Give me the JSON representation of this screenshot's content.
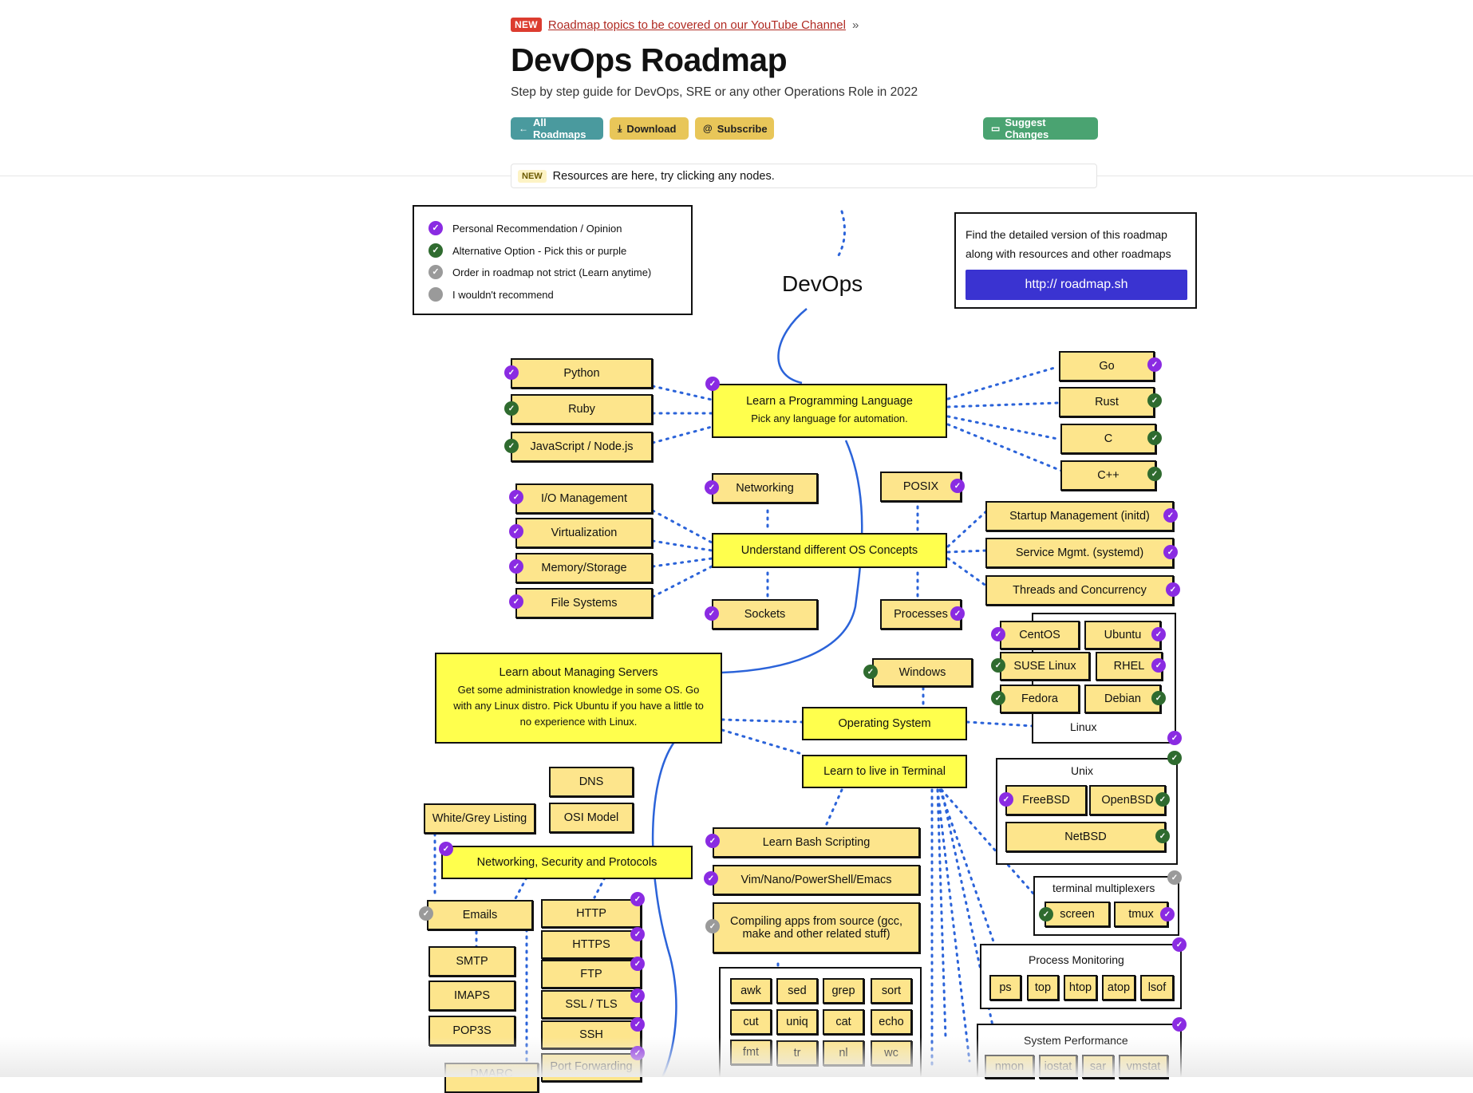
{
  "announcement": {
    "badge": "NEW",
    "link_text": "Roadmap topics to be covered on our YouTube Channel",
    "arrow": "»"
  },
  "header": {
    "title": "DevOps Roadmap",
    "subtitle": "Step by step guide for DevOps, SRE or any other Operations Role in 2022",
    "buttons": {
      "all_roadmaps": "All Roadmaps",
      "download": "Download",
      "subscribe": "Subscribe",
      "suggest": "Suggest Changes"
    }
  },
  "notice": {
    "badge": "NEW",
    "text": "Resources are here, try clicking any nodes."
  },
  "legend": [
    {
      "text": "Personal Recommendation / Opinion",
      "type": "purple"
    },
    {
      "text": "Alternative Option - Pick this or purple",
      "type": "green"
    },
    {
      "text": "Order in roadmap not strict (Learn anytime)",
      "type": "gray"
    },
    {
      "text": "I wouldn't recommend",
      "type": "grey-dot"
    }
  ],
  "promo": {
    "line1": "Find the detailed version of this roadmap",
    "line2": "along with resources and other roadmaps",
    "button": "http:// roadmap.sh"
  },
  "roadmap": {
    "root": "DevOps",
    "topics": {
      "programming": {
        "title": "Learn a Programming Language",
        "sub": "Pick any language for automation."
      },
      "os_concepts": {
        "title": "Understand different OS Concepts"
      },
      "servers": {
        "title": "Learn about Managing Servers",
        "sub": "Get some administration knowledge in some OS. Go with any Linux distro. Pick Ubuntu if you have a little to no experience with Linux."
      },
      "operating_system": {
        "title": "Operating System"
      },
      "terminal": {
        "title": "Learn to live in Terminal"
      },
      "networking": {
        "title": "Networking, Security and Protocols"
      }
    },
    "languages_left": [
      "Python",
      "Ruby",
      "JavaScript / Node.js"
    ],
    "languages_right": [
      "Go",
      "Rust",
      "C",
      "C++"
    ],
    "os_left": [
      "I/O Management",
      "Virtualization",
      "Memory/Storage",
      "File Systems"
    ],
    "os_top": [
      "Networking",
      "POSIX"
    ],
    "os_bottom": [
      "Sockets",
      "Processes"
    ],
    "os_right": [
      "Startup Management (initd)",
      "Service Mgmt. (systemd)",
      "Threads and Concurrency"
    ],
    "linux": {
      "label": "Linux",
      "distros": [
        "CentOS",
        "Ubuntu",
        "SUSE Linux",
        "RHEL",
        "Fedora",
        "Debian"
      ]
    },
    "windows": "Windows",
    "unix": {
      "label": "Unix",
      "items": [
        "FreeBSD",
        "OpenBSD",
        "NetBSD"
      ]
    },
    "terminal_items": [
      "Learn Bash Scripting",
      "Vim/Nano/PowerShell/Emacs",
      "Compiling apps from source (gcc, make and other related stuff)"
    ],
    "text_tools": [
      "awk",
      "sed",
      "grep",
      "sort",
      "cut",
      "uniq",
      "cat",
      "echo",
      "fmt",
      "tr",
      "nl",
      "wc"
    ],
    "multiplexers": {
      "label": "terminal multiplexers",
      "items": [
        "screen",
        "tmux"
      ]
    },
    "process_monitoring": {
      "label": "Process Monitoring",
      "items": [
        "ps",
        "top",
        "htop",
        "atop",
        "lsof"
      ]
    },
    "system_performance": {
      "label": "System Performance",
      "items": [
        "nmon",
        "iostat",
        "sar",
        "vmstat"
      ]
    },
    "net_top": [
      "DNS",
      "OSI Model",
      "White/Grey Listing"
    ],
    "emails": {
      "label": "Emails",
      "items": [
        "SMTP",
        "IMAPS",
        "POP3S",
        "DMARC"
      ]
    },
    "protocols": [
      "HTTP",
      "HTTPS",
      "FTP",
      "SSL / TLS",
      "SSH",
      "Port Forwarding"
    ]
  },
  "colors": {
    "purple": "#8a2be2",
    "green": "#2f6b2f",
    "gray": "#9a9a9a",
    "node": "#fde58c",
    "topic": "#ffff4d",
    "line_blue": "#2b63d9"
  }
}
